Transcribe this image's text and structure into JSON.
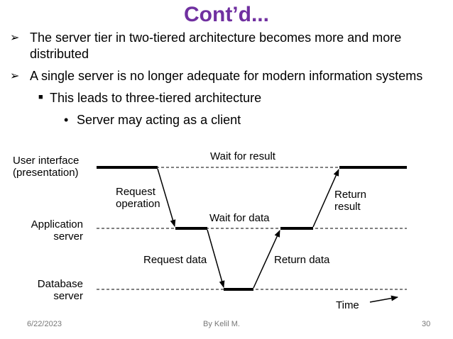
{
  "slide": {
    "title": "Cont’d...",
    "bullets": [
      {
        "marker": "➢",
        "text": "The server tier in two-tiered architecture becomes more and more distributed"
      },
      {
        "marker": "➢",
        "text": "A single server is no longer adequate for modern information systems"
      },
      {
        "marker": "■",
        "text": "This leads to three-tiered architecture"
      },
      {
        "marker": "•",
        "text": "Server may acting as a client"
      }
    ]
  },
  "diagram": {
    "lanes": [
      {
        "line1": "User interface",
        "line2": "(presentation)"
      },
      {
        "line1": "Application",
        "line2": "server"
      },
      {
        "line1": "Database",
        "line2": "server"
      }
    ],
    "labels": {
      "wait_for_result": "Wait for result",
      "wait_for_data": "Wait for data",
      "request_operation_1": "Request",
      "request_operation_2": "operation",
      "return_result_1": "Return",
      "return_result_2": "result",
      "request_data": "Request data",
      "return_data": "Return data",
      "time": "Time"
    }
  },
  "footer": {
    "date": "6/22/2023",
    "author": "By Kelil M.",
    "page": "30"
  }
}
